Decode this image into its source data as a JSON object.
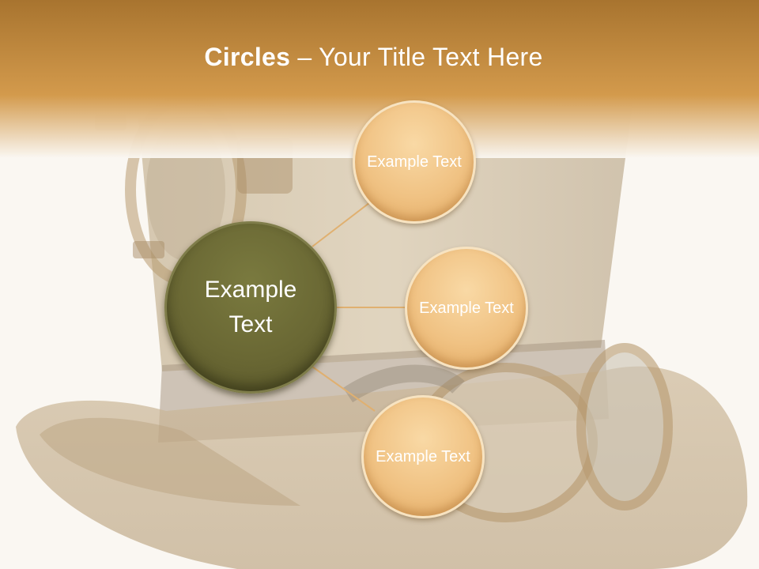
{
  "title": {
    "bold": "Circles",
    "rest": " – Your Title Text Here"
  },
  "center_circle": {
    "label": "Example Text"
  },
  "outer_circles": [
    {
      "label": "Example Text"
    },
    {
      "label": "Example Text"
    },
    {
      "label": "Example Text"
    }
  ],
  "colors": {
    "header": "#d39a4c",
    "center_circle": "#6a6834",
    "outer_circle": "#f0c283",
    "connector": "#e0b070"
  }
}
